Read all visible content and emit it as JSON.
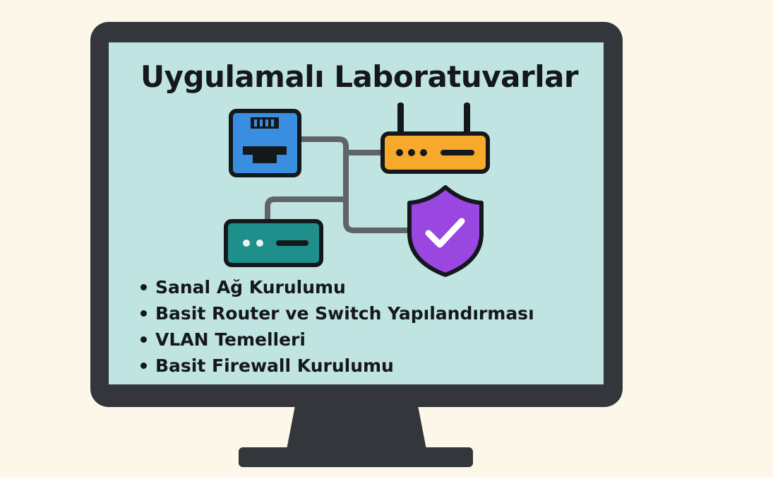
{
  "screen": {
    "title": "Uygulamalı Laboratuvarlar",
    "topics": [
      "Sanal Ağ Kurulumu",
      "Basit Router ve Switch Yapılandırması",
      "VLAN Temelleri",
      "Basit Firewall Kurulumu"
    ]
  },
  "icons": {
    "ethernet_port": "ethernet-port-icon",
    "router": "wifi-router-icon",
    "switch": "network-switch-icon",
    "firewall": "shield-check-icon"
  },
  "colors": {
    "background": "#fdf7ea",
    "monitor": "#33363a",
    "screen": "#bfe4e1",
    "ethernet_port": "#3a8ee0",
    "router": "#f6a92a",
    "switch": "#1f8f8c",
    "firewall": "#9a46e0",
    "cable": "#5f6468"
  }
}
